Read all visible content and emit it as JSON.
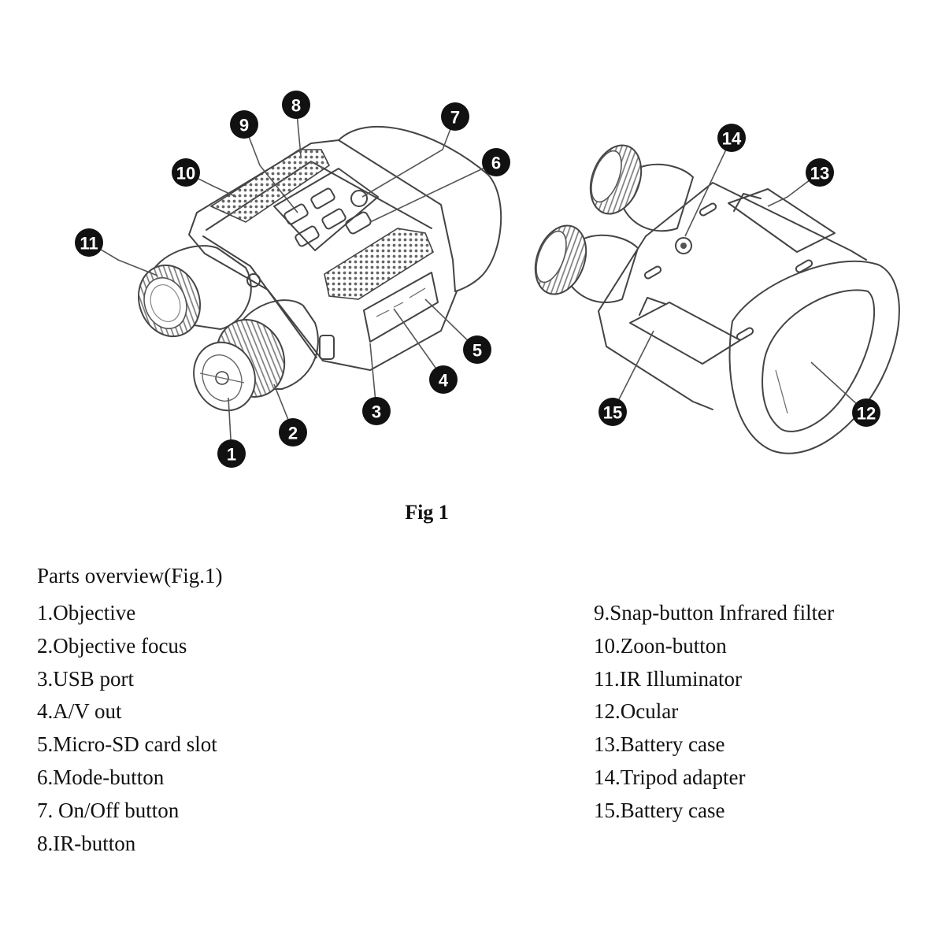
{
  "figure": {
    "caption": "Fig 1",
    "callouts": [
      "1",
      "2",
      "3",
      "4",
      "5",
      "6",
      "7",
      "8",
      "9",
      "10",
      "11",
      "12",
      "13",
      "14",
      "15"
    ]
  },
  "parts": {
    "title": "Parts overview(Fig.1)",
    "left": [
      "1.Objective",
      "2.Objective focus",
      "3.USB port",
      "4.A/V out",
      "5.Micro-SD card slot",
      "6.Mode-button",
      "7. On/Off button",
      "8.IR-button"
    ],
    "right": [
      "9.Snap-button Infrared filter",
      "10.Zoon-button",
      "11.IR Illuminator",
      "12.Ocular",
      "13.Battery case",
      "14.Tripod adapter",
      "15.Battery case"
    ]
  },
  "colors": {
    "callout_fill": "#111111",
    "line": "#444444"
  }
}
